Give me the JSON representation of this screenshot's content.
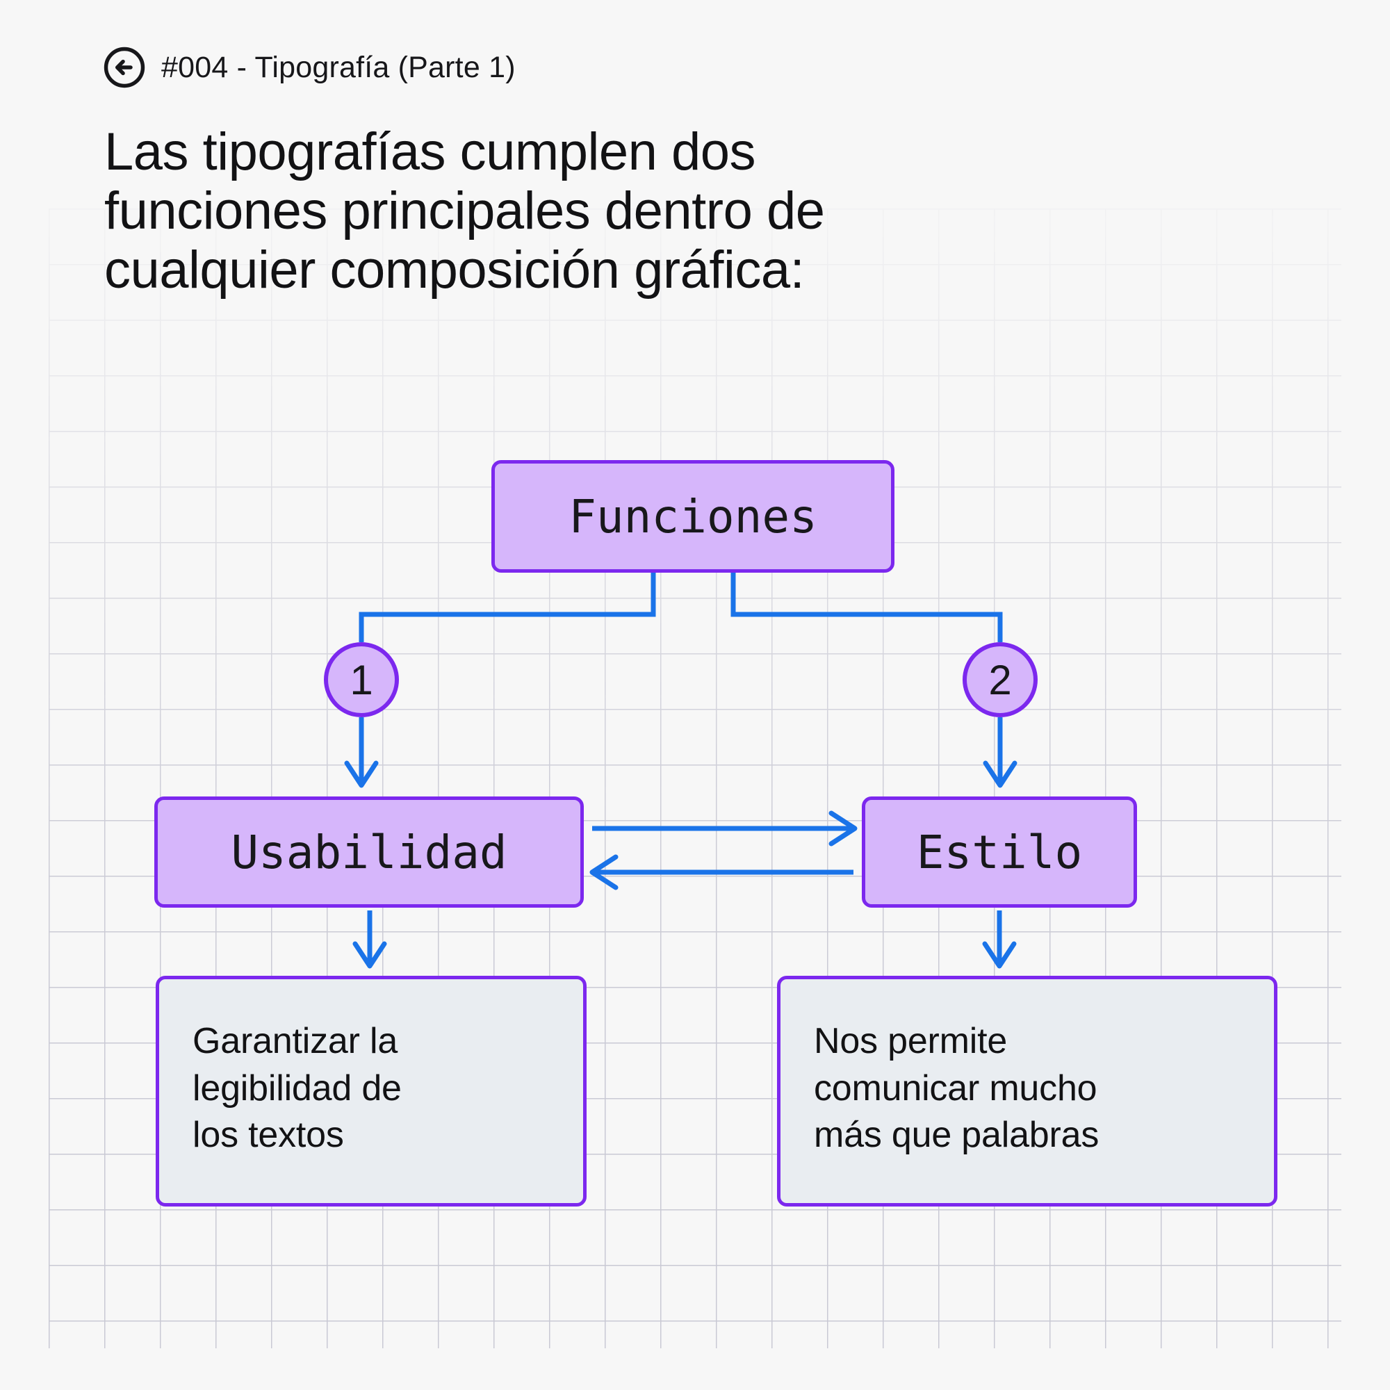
{
  "header": {
    "back_icon": "arrow-left-circle-icon",
    "breadcrumb": "#004 - Tipografía (Parte 1)"
  },
  "title": "Las tipografías cumplen dos\nfunciones principales dentro de\ncualquier composición gráfica:",
  "colors": {
    "page_background": "#f7f7f7",
    "grid_line": "#c9c9d4",
    "node_fill": "#d6b6fb",
    "node_border": "#7c28ee",
    "connector": "#1a73e8",
    "leaf_fill": "#e9edf1",
    "text": "#17171a"
  },
  "diagram": {
    "root": {
      "label": "Funciones"
    },
    "branches": [
      {
        "number": "1",
        "node": {
          "label": "Usabilidad"
        },
        "detail": {
          "text": "Garantizar la\nlegibilidad de\nlos textos"
        }
      },
      {
        "number": "2",
        "node": {
          "label": "Estilo"
        },
        "detail": {
          "text": "Nos permite\ncomunicar mucho\nmás que palabras"
        }
      }
    ],
    "cross_links": [
      {
        "from": "Usabilidad",
        "to": "Estilo",
        "direction": "right"
      },
      {
        "from": "Estilo",
        "to": "Usabilidad",
        "direction": "left"
      }
    ]
  }
}
